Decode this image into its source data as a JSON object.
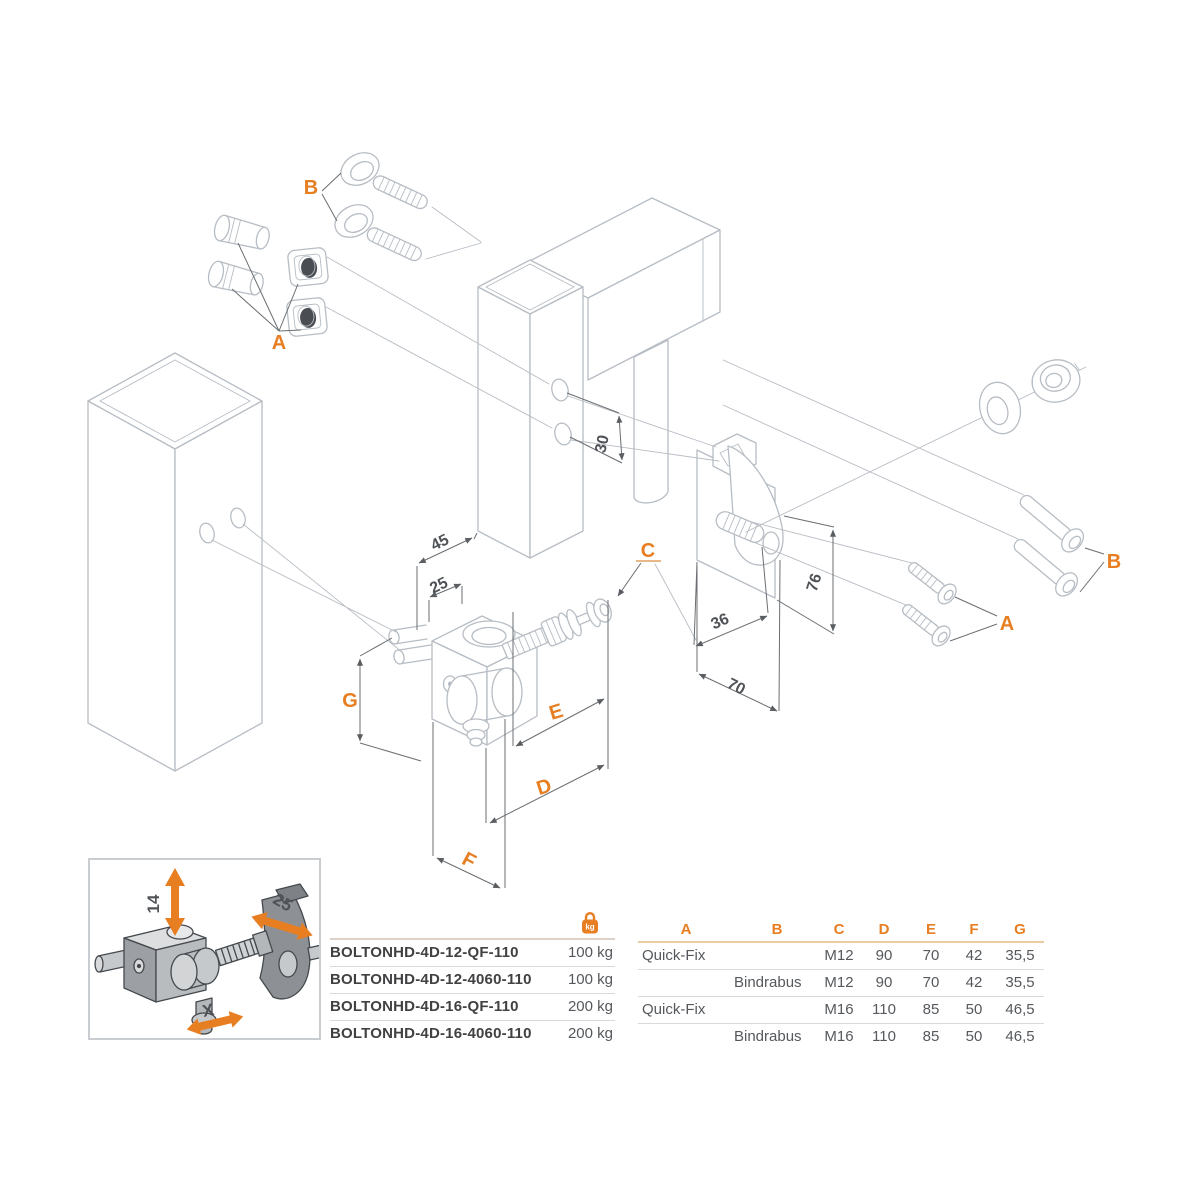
{
  "drawing": {
    "callouts": {
      "b_left": "B",
      "a_left": "A",
      "c": "C",
      "g": "G",
      "e": "E",
      "d": "D",
      "f": "F",
      "b_right": "B",
      "a_right": "A"
    },
    "dims": {
      "hole_spacing": "30",
      "width_45": "45",
      "width_25": "25",
      "height_76": "76",
      "width_36": "36",
      "width_70": "70"
    }
  },
  "inset": {
    "dim_height": "14",
    "dim_width": "25",
    "dim_x": "X"
  },
  "table": {
    "weight_icon": "kg",
    "headers": {
      "a": "A",
      "b": "B",
      "c": "C",
      "d": "D",
      "e": "E",
      "f": "F",
      "g": "G"
    },
    "rows": [
      {
        "model": "BOLTONHD-4D-12-QF-110",
        "weight": "100 kg",
        "a": "Quick-Fix",
        "b": "",
        "c": "M12",
        "d": "90",
        "e": "70",
        "f": "42",
        "g": "35,5"
      },
      {
        "model": "BOLTONHD-4D-12-4060-110",
        "weight": "100 kg",
        "a": "",
        "b": "Bindrabus",
        "c": "M12",
        "d": "90",
        "e": "70",
        "f": "42",
        "g": "35,5"
      },
      {
        "model": "BOLTONHD-4D-16-QF-110",
        "weight": "200 kg",
        "a": "Quick-Fix",
        "b": "",
        "c": "M16",
        "d": "110",
        "e": "85",
        "f": "50",
        "g": "46,5"
      },
      {
        "model": "BOLTONHD-4D-16-4060-110",
        "weight": "200 kg",
        "a": "",
        "b": "Bindrabus",
        "c": "M16",
        "d": "110",
        "e": "85",
        "f": "50",
        "g": "46,5"
      }
    ]
  },
  "colors": {
    "accent": "#e87e22",
    "line": "#b7bdc4",
    "dim_text": "#4f5357"
  }
}
